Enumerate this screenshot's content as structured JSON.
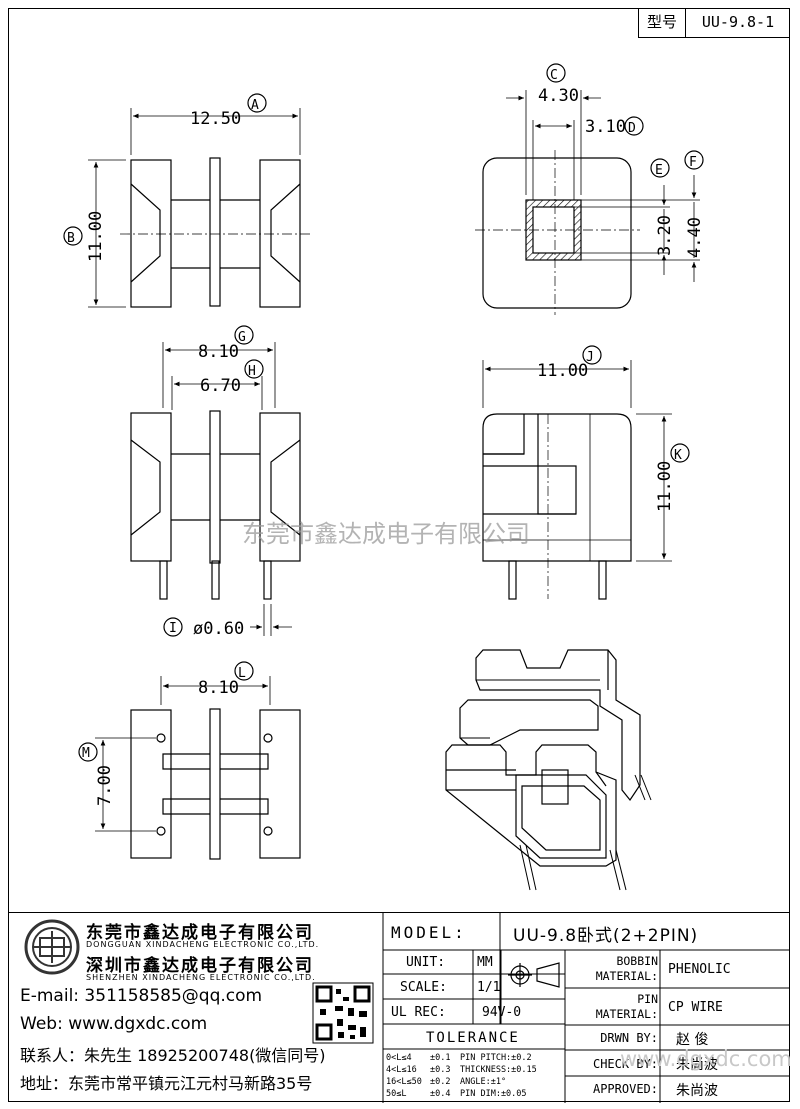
{
  "model_tag": {
    "label": "型号",
    "value": "UU-9.8-1"
  },
  "dims": {
    "A_val": "12.50",
    "A": "A",
    "B_val": "11.00",
    "B": "B",
    "C_val": "4.30",
    "C": "C",
    "D_val": "3.10",
    "D": "D",
    "E": "E",
    "E_val": "3.20",
    "F": "F",
    "F_val": "4.40",
    "G_val": "8.10",
    "G": "G",
    "H_val": "6.70",
    "H": "H",
    "I": "I",
    "I_val": "ø0.60",
    "J_val": "11.00",
    "J": "J",
    "K": "K",
    "K_val": "11.00",
    "L_val": "8.10",
    "L": "L",
    "M": "M",
    "M_val": "7.00"
  },
  "watermark": "东莞市鑫达成电子有限公司",
  "company": {
    "name_cn_1": "东莞市鑫达成电子有限公司",
    "name_en_1": "DONGGUAN XINDACHENG ELECTRONIC CO.,LTD.",
    "name_cn_2": "深圳市鑫达成电子有限公司",
    "name_en_2": "SHENZHEN XINDACHENG ELECTRONIC CO.,LTD.",
    "email": "E-mail: 351158585@qq.com",
    "web": "Web: www.dgxdc.com",
    "contact": "联系人：朱先生 18925200748(微信同号)",
    "address": "地址：东莞市常平镇元江元村马新路35号"
  },
  "title_block": {
    "model_label": "MODEL:",
    "model_value": "UU-9.8卧式(2+2PIN)",
    "unit_label": "UNIT:",
    "unit_value": "MM",
    "scale_label": "SCALE:",
    "scale_value": "1/1",
    "ulrec_label": "UL REC:",
    "ulrec_value": "94V-0",
    "tolerance_label": "TOLERANCE",
    "tol_rows": [
      {
        "range": "0<L≤4",
        "tol": "±0.1",
        "item": "PIN PITCH:±0.2"
      },
      {
        "range": "4<L≤16",
        "tol": "±0.3",
        "item": "THICKNESS:±0.15"
      },
      {
        "range": "16<L≤50",
        "tol": "±0.2",
        "item": "ANGLE:±1°"
      },
      {
        "range": "50≤L",
        "tol": "±0.4",
        "item": "PIN DIM:±0.05"
      }
    ],
    "bobbin_label_1": "BOBBIN",
    "bobbin_label_2": "MATERIAL:",
    "bobbin_value": "PHENOLIC",
    "pin_label_1": "PIN",
    "pin_label_2": "MATERIAL:",
    "pin_value": "CP WIRE",
    "drwn_label": "DRWN BY:",
    "drwn_value": "赵  俊",
    "check_label": "CHECK BY:",
    "check_value": "朱尚波",
    "approved_label": "APPROVED:",
    "approved_value": "朱尚波",
    "site_watermark": "www.dgxdc.com"
  }
}
